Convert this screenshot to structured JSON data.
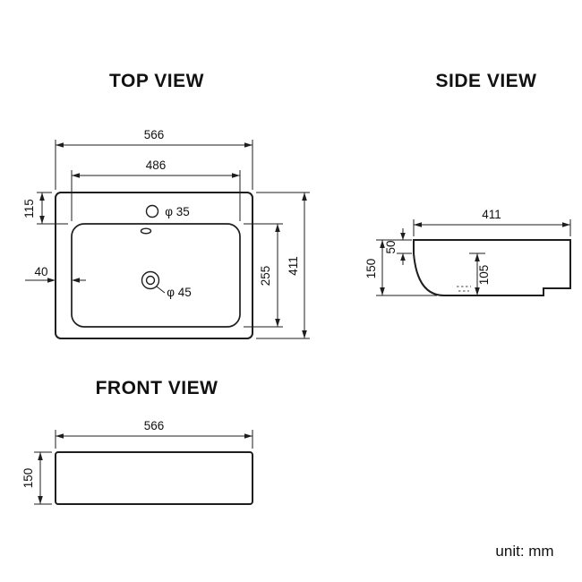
{
  "page": {
    "unit_label": "unit: mm"
  },
  "views": {
    "top": {
      "title": "TOP VIEW",
      "dims": {
        "outer_width": "566",
        "inner_width": "486",
        "front_rim_depth": "115",
        "side_rim_width": "40",
        "inner_depth": "255",
        "outer_depth": "411",
        "faucet_hole_dia": "φ 35",
        "drain_hole_dia": "φ 45"
      }
    },
    "side": {
      "title": "SIDE VIEW",
      "dims": {
        "depth": "411",
        "rim_thickness": "50",
        "total_height": "150",
        "bowl_depth": "105"
      }
    },
    "front": {
      "title": "FRONT VIEW",
      "dims": {
        "width": "566",
        "height": "150"
      }
    }
  }
}
